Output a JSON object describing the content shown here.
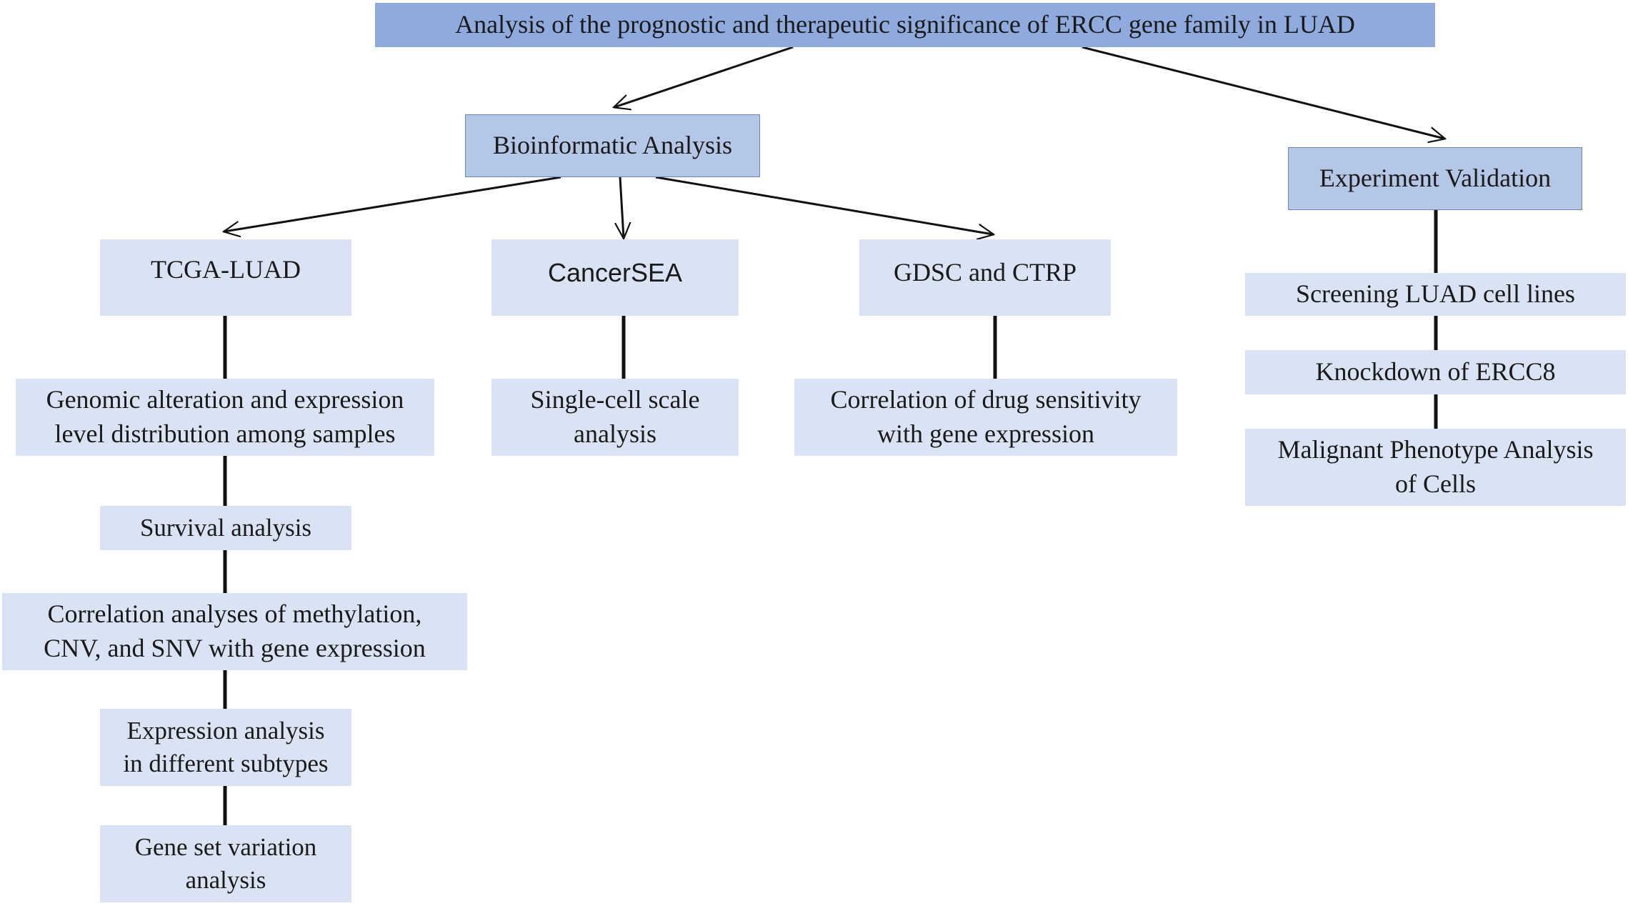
{
  "title": "Analysis of the prognostic and therapeutic significance of ERCC gene family in LUAD",
  "bioinformatic": "Bioinformatic Analysis",
  "experiment": "Experiment Validation",
  "tcga": "TCGA-LUAD",
  "cancersea": "CancerSEA",
  "gdsc": "GDSC and CTRP",
  "tcga_steps": [
    "Genomic alteration and expression\nlevel distribution among samples",
    "Survival analysis",
    "Correlation analyses of methylation,\nCNV, and SNV with gene expression",
    "Expression analysis\nin different subtypes",
    "Gene set variation\nanalysis"
  ],
  "cancersea_step": "Single-cell scale\nanalysis",
  "gdsc_step": "Correlation of drug sensitivity\nwith gene expression",
  "experiment_steps": [
    "Screening LUAD cell lines",
    "Knockdown of ERCC8",
    "Malignant Phenotype Analysis\nof Cells"
  ]
}
